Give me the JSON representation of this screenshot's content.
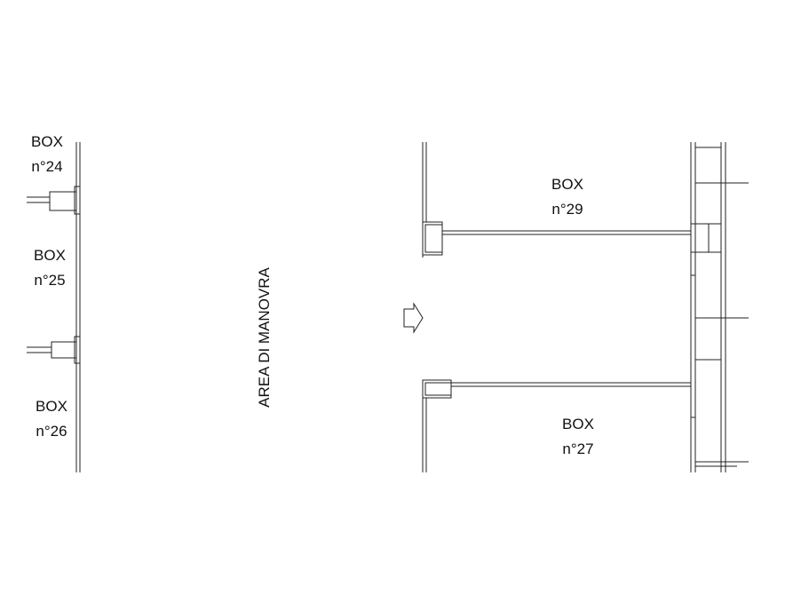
{
  "drawing": {
    "boxes": [
      {
        "id": "24",
        "word": "BOX",
        "number": "n°24"
      },
      {
        "id": "25",
        "word": "BOX",
        "number": "n°25"
      },
      {
        "id": "26",
        "word": "BOX",
        "number": "n°26"
      },
      {
        "id": "29",
        "word": "BOX",
        "number": "n°29"
      },
      {
        "id": "27",
        "word": "BOX",
        "number": "n°27"
      }
    ],
    "area_label": "AREA DI MANOVRA",
    "line_color": "#222222"
  }
}
